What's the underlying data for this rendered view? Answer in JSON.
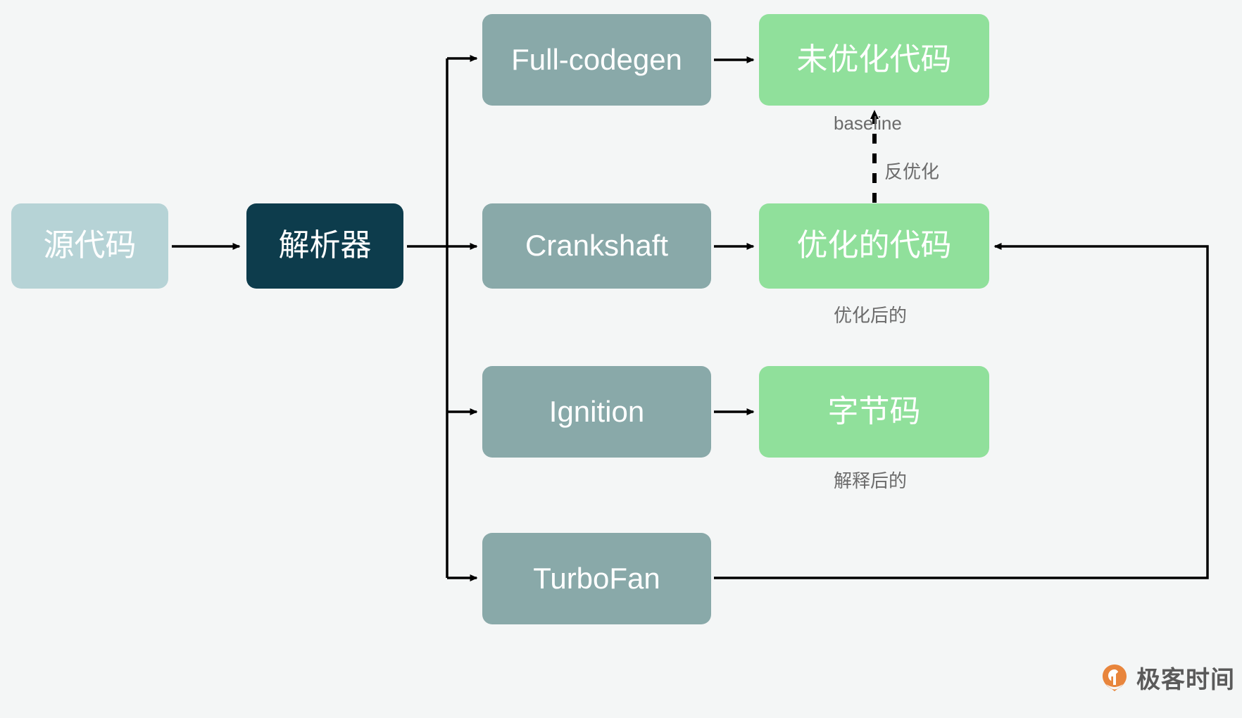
{
  "diagram": {
    "title": "V8 JavaScript Engine Compilation Pipeline",
    "background_color": "#f4f6f6",
    "nodes": {
      "source_code": "源代码",
      "parser": "解析器",
      "full_codegen": "Full-codegen",
      "crankshaft": "Crankshaft",
      "ignition": "Ignition",
      "turbofan": "TurboFan",
      "unoptimized_code": "未优化代码",
      "optimized_code": "优化的代码",
      "bytecode": "字节码"
    },
    "captions": {
      "unoptimized_caption": "baseline",
      "optimized_caption": "优化后的",
      "bytecode_caption": "解释后的"
    },
    "edge_labels": {
      "deoptimize": "反优化"
    },
    "colors": {
      "source": "#b6d3d6",
      "parser": "#0d3c4c",
      "engine": "#89a9a9",
      "output": "#90e09b",
      "arrow": "#000000",
      "caption_text": "#6b6b6b",
      "logo_accent": "#e8853c"
    }
  },
  "branding": {
    "logo_text": "极客时间",
    "logo_icon": "geektime-logo-icon"
  }
}
